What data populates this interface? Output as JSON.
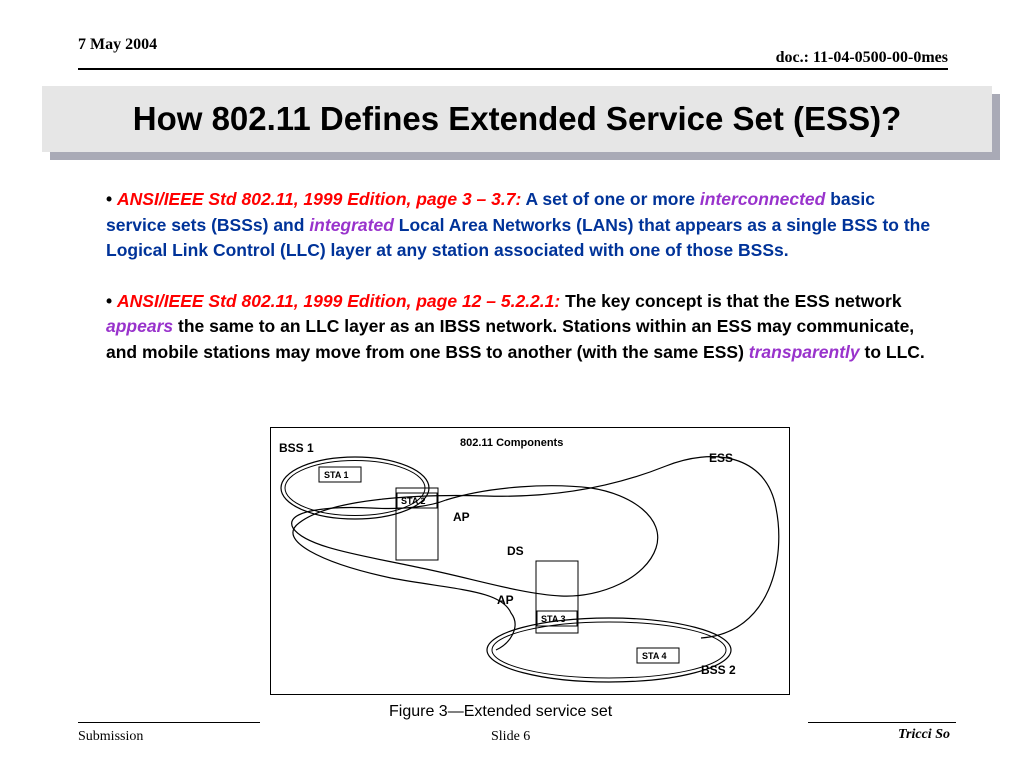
{
  "header": {
    "date": "7 May 2004",
    "doc": "doc.: 11-04-0500-00-0mes"
  },
  "title": "How 802.11 Defines Extended Service Set (ESS)?",
  "bullets": [
    {
      "marker": "•",
      "citation": "ANSI/IEEE Std 802.11, 1999 Edition, page 3 – 3.7:",
      "p1": "A set of one or more",
      "em1": "interconnected",
      "p2": "basic service sets (BSSs) and",
      "em2": "integrated",
      "p3": "Local Area Networks (LANs) that appears as a single BSS to the Logical Link Control (LLC) layer at any station associated with one of those BSSs."
    },
    {
      "marker": "•",
      "citation": "ANSI/IEEE Std 802.11, 1999 Edition, page 12 – 5.2.2.1:",
      "p1": "The key concept is that the ESS network",
      "em1": "appears",
      "p2": "the same to an LLC layer as an IBSS network.  Stations within an ESS may communicate, and mobile stations may move from one BSS to another (with the same ESS)",
      "em2": "transparently",
      "p3": "to LLC."
    }
  ],
  "figure": {
    "heading": "802.11 Components",
    "labels": {
      "bss1": "BSS 1",
      "bss2": "BSS 2",
      "ess": "ESS",
      "ds": "DS",
      "ap_top": "AP",
      "ap_bottom": "AP",
      "sta1": "STA 1",
      "sta2": "STA 2",
      "sta3": "STA 3",
      "sta4": "STA 4"
    },
    "caption": "Figure 3—Extended service set"
  },
  "footer": {
    "left": "Submission",
    "center": "Slide 6",
    "right": "Tricci So"
  },
  "colors": {
    "citation": "#ff0000",
    "body_text": "#003399",
    "emphasis": "#9933cc",
    "title_box": "#e6e6e6",
    "title_shadow": "#a9aab6"
  }
}
